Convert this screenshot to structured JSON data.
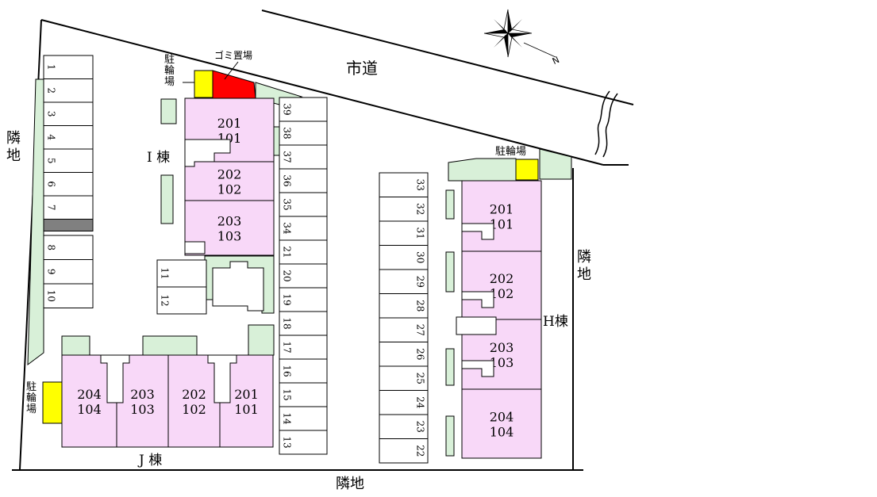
{
  "labels": {
    "city_road": "市道",
    "garbage": "ゴミ置場",
    "bike_parking": "駐輪場",
    "neighbor": "隣地",
    "bldg_I": "I 棟",
    "bldg_J": "J 棟",
    "bldg_H": "H棟",
    "compass_N": "N"
  },
  "i_units": [
    {
      "upper": "201",
      "lower": "101"
    },
    {
      "upper": "202",
      "lower": "102"
    },
    {
      "upper": "203",
      "lower": "103"
    }
  ],
  "j_units": [
    {
      "upper": "204",
      "lower": "104"
    },
    {
      "upper": "203",
      "lower": "103"
    },
    {
      "upper": "202",
      "lower": "102"
    },
    {
      "upper": "201",
      "lower": "101"
    }
  ],
  "h_units": [
    {
      "upper": "201",
      "lower": "101"
    },
    {
      "upper": "202",
      "lower": "102"
    },
    {
      "upper": "203",
      "lower": "103"
    },
    {
      "upper": "204",
      "lower": "104"
    }
  ],
  "parking": {
    "left": [
      "1",
      "2",
      "3",
      "4",
      "5",
      "6",
      "7",
      "8",
      "9",
      "10"
    ],
    "middle": [
      "39",
      "38",
      "37",
      "36",
      "35",
      "34",
      "21",
      "20",
      "19",
      "18",
      "17",
      "16",
      "15",
      "14",
      "13"
    ],
    "small": [
      "11",
      "12"
    ],
    "right": [
      "33",
      "32",
      "31",
      "30",
      "29",
      "28",
      "27",
      "26",
      "25",
      "24",
      "23",
      "22"
    ]
  },
  "colors": {
    "unit": "#f8d8f8",
    "green": "#d8f0d8",
    "bike": "#ffff00",
    "garbage": "#ff0000",
    "dark_slot": "#808080"
  }
}
